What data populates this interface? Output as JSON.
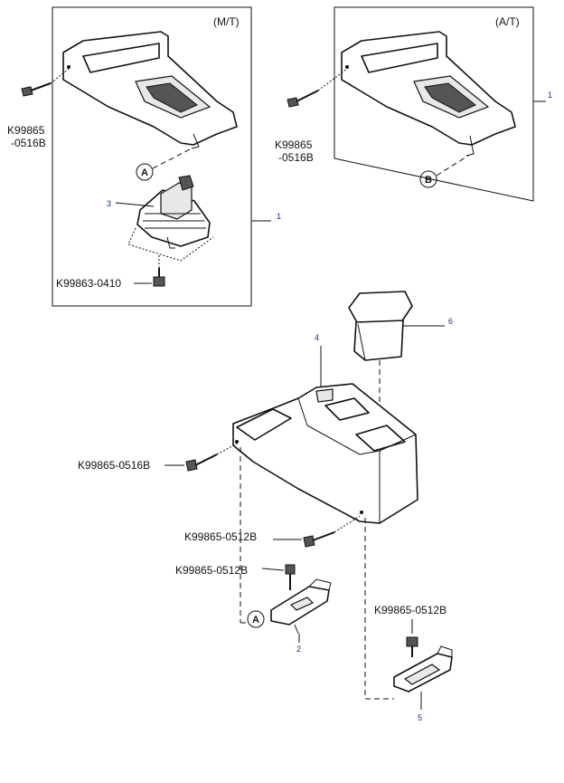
{
  "panels": {
    "mt_label": "(M/T)",
    "at_label": "(A/T)"
  },
  "part_codes": {
    "screw_0516b_mt_line1": "K99865",
    "screw_0516b_mt_line2": "-0516B",
    "screw_0516b_at_line1": "K99865",
    "screw_0516b_at_line2": "-0516B",
    "screw_0410": "K99863-0410",
    "screw_0516b_main": "K99865-0516B",
    "screw_0512b_console": "K99865-0512B",
    "screw_0512b_bracket2": "K99865-0512B",
    "screw_0512b_bracket5": "K99865-0512B"
  },
  "callouts": {
    "n1_mt": "1",
    "n1_at": "1",
    "n2": "2",
    "n3": "3",
    "n4": "4",
    "n5": "5",
    "n6": "6"
  },
  "circled": {
    "a_top": "A",
    "b_top": "B",
    "a_bottom": "A"
  }
}
